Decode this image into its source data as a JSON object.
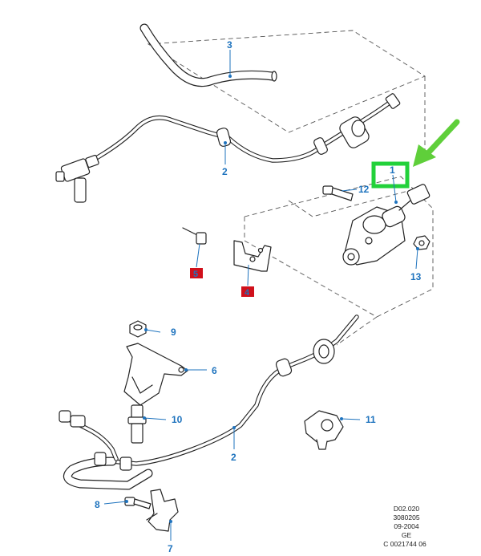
{
  "callouts": {
    "c1": "1",
    "c2a": "2",
    "c2b": "2",
    "c3": "3",
    "c5": "5",
    "c4": "4",
    "c6": "6",
    "c7": "7",
    "c8": "8",
    "c9": "9",
    "c10": "10",
    "c11": "11",
    "c12": "12",
    "c13": "13"
  },
  "reference": {
    "line1": "D02.020",
    "line2": "3080205",
    "line3": "09-2004",
    "line4": "GE",
    "line5": "C 0021744 06"
  },
  "colors": {
    "callout": "#1e73be",
    "highlight_box": "#22d13a",
    "arrow": "#5fcf3a",
    "marker": "#d0101b",
    "line": "#222222"
  }
}
